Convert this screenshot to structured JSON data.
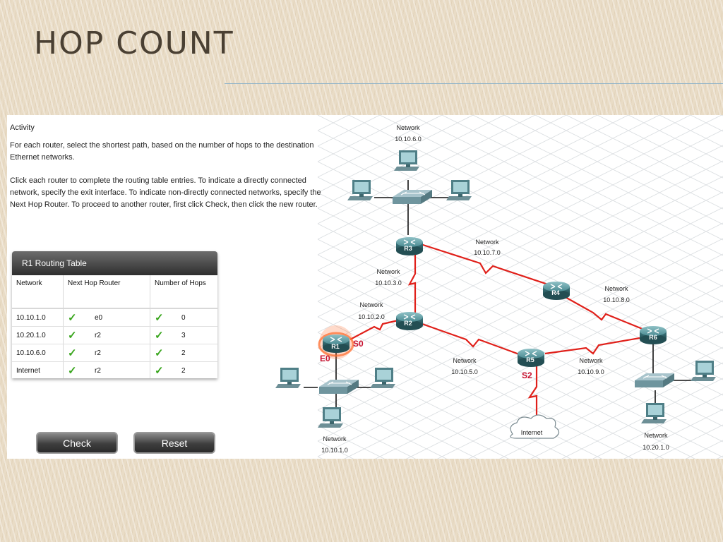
{
  "slide": {
    "title": "HOP COUNT"
  },
  "activity": {
    "heading": "Activity",
    "paragraph1": "For each router, select the shortest path, based on the number of hops to the destination Ethernet networks.",
    "paragraph2": "Click each router to complete the routing table entries. To indicate a directly connected network, specify the exit interface. To indicate non-directly connected networks, specify the Next Hop Router. To proceed to another router, first click Check, then click the new router."
  },
  "routing_table": {
    "title": "R1 Routing Table",
    "columns": [
      "Network",
      "Next Hop Router",
      "Number of Hops"
    ],
    "rows": [
      {
        "network": "10.10.1.0",
        "next_hop": "e0",
        "hops": "0"
      },
      {
        "network": "10.20.1.0",
        "next_hop": "r2",
        "hops": "3"
      },
      {
        "network": "10.10.6.0",
        "next_hop": "r2",
        "hops": "2"
      },
      {
        "network": "Internet",
        "next_hop": "r2",
        "hops": "2"
      }
    ]
  },
  "buttons": {
    "check": "Check",
    "reset": "Reset"
  },
  "topology": {
    "routers": {
      "r1": "R1",
      "r2": "R2",
      "r3": "R3",
      "r4": "R4",
      "r5": "R5",
      "r6": "R6"
    },
    "interfaces": {
      "r1_s0": "S0",
      "r1_e0": "E0",
      "r5_s2": "S2"
    },
    "network_word": "Network",
    "networks": {
      "n6": "10.10.6.0",
      "n7": "10.10.7.0",
      "n3": "10.10.3.0",
      "n2": "10.10.2.0",
      "n8": "10.10.8.0",
      "n5": "10.10.5.0",
      "n9": "10.10.9.0",
      "n1": "10.10.1.0",
      "n20": "10.20.1.0"
    },
    "internet": "Internet"
  },
  "colors": {
    "link": "#e0201a",
    "router": "#3f7f86",
    "selected_router_glow": "#ff6a2a",
    "check": "#3aa61e"
  }
}
